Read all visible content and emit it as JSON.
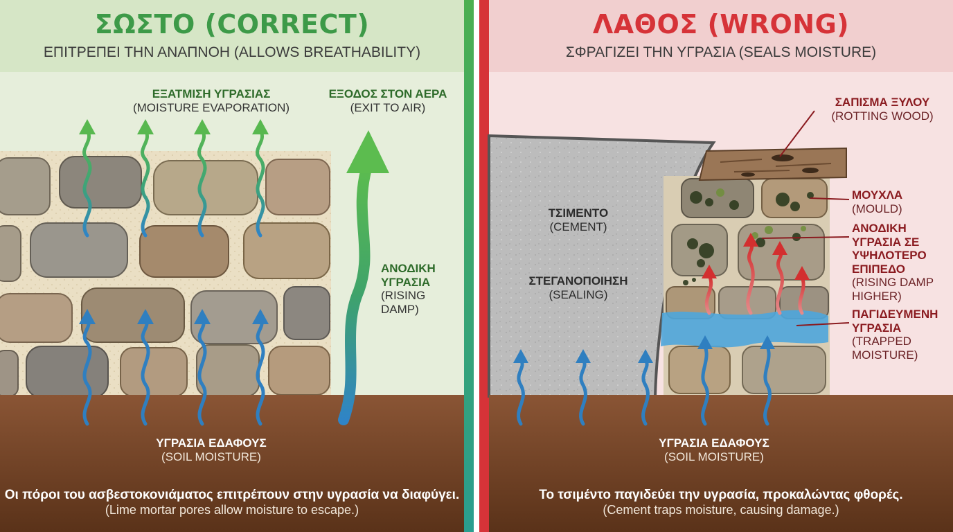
{
  "colors": {
    "correct_accent": "#3d9a48",
    "wrong_accent": "#d63338",
    "soil": "#7a4a2c",
    "moisture_blue": "#2f84c6",
    "trapped_water": "#4ea6dc",
    "cement": "#bdbdbd"
  },
  "left": {
    "title": "ΣΩΣΤΟ (CORRECT)",
    "subtitle": "ΕΠΙΤΡΕΠΕΙ ΤΗΝ ΑΝΑΠΝΟΗ (ALLOWS BREATHABILITY)",
    "evaporation": {
      "label": "ΕΞΑΤΜΙΣΗ ΥΓΡΑΣΙΑΣ",
      "sub": "(MOISTURE EVAPORATION)"
    },
    "exit": {
      "label": "ΕΞΟΔΟΣ ΣΤΟΝ ΑΕΡΑ",
      "sub": "(EXIT TO AIR)"
    },
    "rising": {
      "l1": "ΑΝΟΔΙΚΗ",
      "l2": "ΥΓΡΑΣΙΑ",
      "s1": "(RISING",
      "s2": "DAMP)"
    },
    "soil": {
      "label": "ΥΓΡΑΣΙΑ ΕΔΑΦΟΥΣ",
      "sub": "(SOIL MOISTURE)"
    },
    "caption": "Οι πόροι του ασβεστοκονιάματος επιτρέπουν στην υγρασία να διαφύγει.",
    "caption_en": "(Lime mortar pores allow moisture to escape.)"
  },
  "right": {
    "title": "ΛΑΘΟΣ (WRONG)",
    "subtitle": "ΣΦΡΑΓΙΖΕΙ ΤΗΝ ΥΓΡΑΣΙΑ (SEALS MOISTURE)",
    "cement": {
      "label": "ΤΣΙΜΕΝΤΟ",
      "sub": "(CEMENT)"
    },
    "sealing": {
      "label": "ΣΤΕΓΑΝΟΠΟΙΗΣΗ",
      "sub": "(SEALING)"
    },
    "rotting": {
      "label": "ΣΑΠΙΣΜΑ ΞΥΛΟΥ",
      "sub": "(ROTTING WOOD)"
    },
    "mould": {
      "label": "ΜΟΥΧΛΑ",
      "sub": "(MOULD)"
    },
    "rising_higher": {
      "l1": "ΑΝΟΔΙΚΗ",
      "l2": "ΥΓΡΑΣΙΑ ΣΕ",
      "l3": "ΥΨΗΛΟΤΕΡΟ",
      "l4": "ΕΠΙΠΕΔΟ",
      "s1": "(RISING DAMP",
      "s2": "HIGHER)"
    },
    "trapped": {
      "l1": "ΠΑΓΙΔΕΥΜΕΝΗ",
      "l2": "ΥΓΡΑΣΙΑ",
      "s1": "(TRAPPED",
      "s2": "MOISTURE)"
    },
    "soil": {
      "label": "ΥΓΡΑΣΙΑ ΕΔΑΦΟΥΣ",
      "sub": "(SOIL MOISTURE)"
    },
    "caption": "Το τσιμέντο παγιδεύει την υγρασία, προκαλώντας φθορές.",
    "caption_en": "(Cement traps moisture, causing damage.)"
  }
}
